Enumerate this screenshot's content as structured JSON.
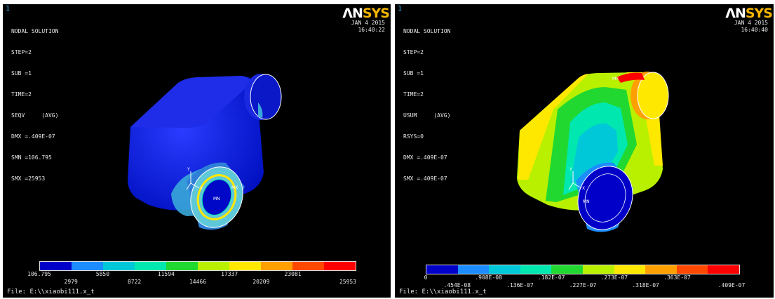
{
  "left": {
    "window_number": "1",
    "info_lines": [
      "NODAL SOLUTION",
      "STEP=2",
      "SUB =1",
      "TIME=2",
      "SEQV     (AVG)",
      "DMX =.409E-07",
      "SMN =106.795",
      "SMX =25953"
    ],
    "logo": {
      "white": "ΛN",
      "yellow": "SYS"
    },
    "date": "JAN  4 2015",
    "time": "16:40:22",
    "markers": {
      "min": "MN",
      "max": "MX",
      "y_axis": "Y",
      "x_axis": "X"
    },
    "legend": {
      "colors": [
        "#0000c8",
        "#1c8cff",
        "#00c8d8",
        "#00e8b0",
        "#20d830",
        "#b8f000",
        "#ffe800",
        "#ffa000",
        "#ff4800",
        "#ff0000"
      ],
      "labels_top": [
        "106.795",
        "5850",
        "11594",
        "17337",
        "23081"
      ],
      "labels_bottom": [
        "2979",
        "8722",
        "14466",
        "20209",
        "25953"
      ]
    },
    "file": "File: E:\\\\xiaobi111.x_t"
  },
  "right": {
    "window_number": "1",
    "info_lines": [
      "NODAL SOLUTION",
      "STEP=2",
      "SUB =1",
      "TIME=2",
      "USUM     (AVG)",
      "RSYS=0",
      "DMX =.409E-07",
      "SMX =.409E-07"
    ],
    "logo": {
      "white": "ΛN",
      "yellow": "SYS"
    },
    "date": "JAN  4 2015",
    "time": "16:40:40",
    "markers": {
      "min": "MN",
      "max": "MX",
      "y_axis": "Y",
      "x_axis": "X"
    },
    "legend": {
      "colors": [
        "#0000c8",
        "#1c8cff",
        "#00c8d8",
        "#00e8b0",
        "#20d830",
        "#b8f000",
        "#ffe800",
        "#ffa000",
        "#ff4800",
        "#ff0000"
      ],
      "labels_top": [
        "0",
        ".908E-08",
        ".182E-07",
        ".273E-07",
        ".363E-07"
      ],
      "labels_bottom": [
        ".454E-08",
        ".136E-07",
        ".227E-07",
        ".318E-07",
        ".409E-07"
      ]
    },
    "file": "File: E:\\\\xiaobi111.x_t"
  }
}
